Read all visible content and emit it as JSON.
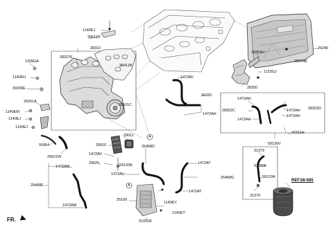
{
  "labels": {
    "l1140EJ_top": "1140EJ",
    "l39611C": "39611C",
    "l28310": "28310",
    "l28327E": "28327E",
    "l1339GA": "1339GA",
    "l1140FH": "1140FH",
    "l28411B": "28411B",
    "l39300E": "39300E",
    "l39251A": "39251A",
    "l35101C": "35101C",
    "l1140EM": "1140EM",
    "l1140EJ_mid": "1140EJ",
    "l1140EJ_low": "1140EJ",
    "l91864": "91864",
    "l25621W": "25621W",
    "l28910": "28910",
    "l29011": "29011",
    "l28353H": "28353H",
    "l1123GJ": "1123GJ",
    "l28350": "28350",
    "l1472AV_top": "1472AV",
    "l26720": "26720",
    "l1472AH_mid": "1472AH",
    "l29240": "29240",
    "l28244B": "28244B",
    "l1472AH_box1": "1472AH",
    "l28352C": "28352C",
    "l1472AH_box2": "1472AH",
    "l1472AH_box3": "1472AH",
    "l1472AH_box4": "1472AH",
    "l28352D": "28352D",
    "l41911H": "41911H",
    "l59130V": "59130V",
    "l25468D": "25468D",
    "l1472AV_a": "1472AV",
    "l29025": "29025",
    "l59133A_a": "59133A",
    "l1472AV_b": "1472AV",
    "l1472AT_top": "1472AT",
    "l25468G": "25468G",
    "l1472AT_bot": "1472AT",
    "l1472AM_top": "1472AM",
    "l25468E": "25468E",
    "l1472AM_bot": "1472AM",
    "l35100": "35100",
    "l1140EY_a": "1140EY",
    "l1140EY_b": "1140EY",
    "l91931B": "91931B",
    "l31379_top": "31379",
    "l91960F": "91960F",
    "l59133A_b": "59133A",
    "l31379_bot": "31379",
    "circleA_1": "A",
    "circleA_2": "A"
  },
  "ref": "REF.58-585",
  "fr": "FR."
}
